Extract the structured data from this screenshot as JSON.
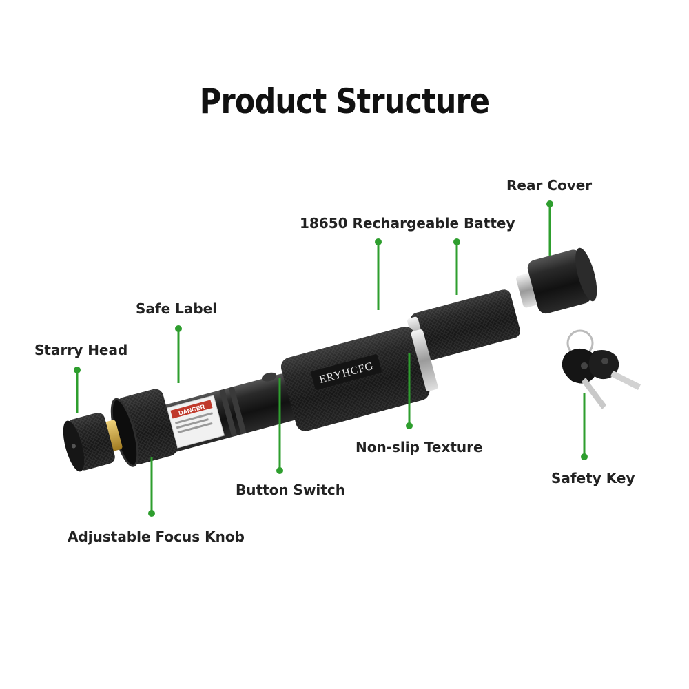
{
  "title": "Product Structure",
  "brand_text": "ERYHCFG",
  "danger_text": "DANGER",
  "labels": {
    "rear_cover": "Rear Cover",
    "battery": "18650 Rechargeable Battey",
    "safe_label": "Safe Label",
    "starry_head": "Starry Head",
    "non_slip": "Non-slip Texture",
    "safety_key": "Safety Key",
    "button_switch": "Button Switch",
    "focus_knob": "Adjustable Focus Knob"
  },
  "colors": {
    "leader_line": "#2e9e2e",
    "body": "#1b1b1b",
    "brass": "#c9a23a",
    "silver": "#c8c8c8",
    "label_red": "#c0392b"
  }
}
